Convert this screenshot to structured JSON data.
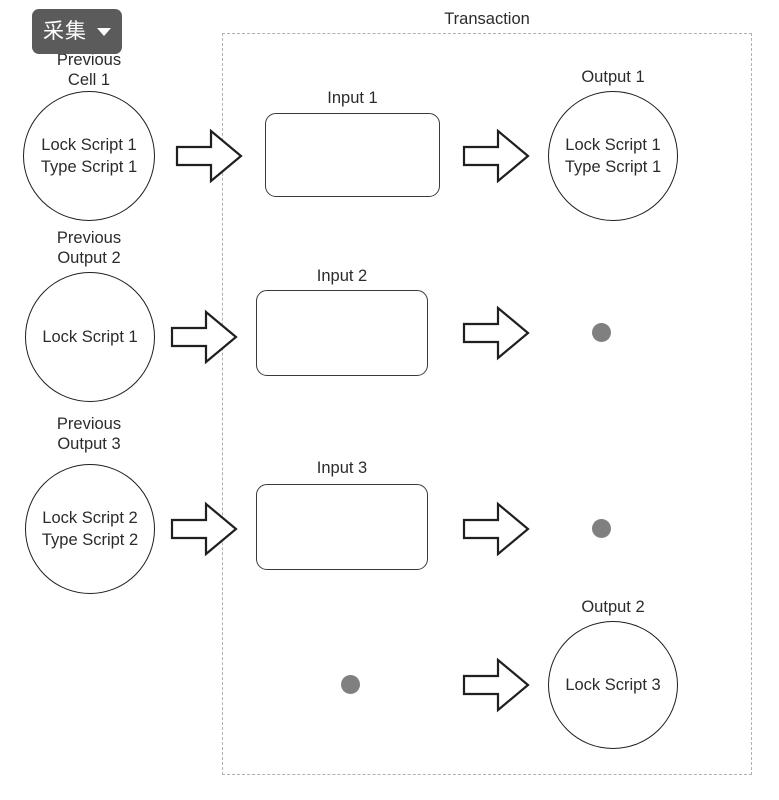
{
  "toolbar": {
    "capture_button_label": "采集",
    "caret_icon": "chevron-down-icon",
    "button_color": "#5b5b5b"
  },
  "diagram": {
    "container_label": "Transaction",
    "dot_color": "#808080",
    "stroke_color": "#1f1f1f",
    "dashed_border_color": "#b0b0b0",
    "rows": [
      {
        "previous_caption": "Previous\nCell 1",
        "previous_body": "Lock Script 1\nType Script 1",
        "input_caption": "Input 1",
        "output_caption": "Output 1",
        "output_body": "Lock Script 1\nType Script 1"
      },
      {
        "previous_caption": "Previous\nOutput 2",
        "previous_body": "Lock Script 1",
        "input_caption": "Input 2",
        "output_caption": "",
        "output_body": ""
      },
      {
        "previous_caption": "Previous\nOutput 3",
        "previous_body": "Lock Script 2\nType Script 2",
        "input_caption": "Input 3",
        "output_caption": "",
        "output_body": ""
      },
      {
        "previous_caption": "",
        "previous_body": "",
        "input_caption": "",
        "output_caption": "Output 2",
        "output_body": "Lock Script 3"
      }
    ]
  }
}
